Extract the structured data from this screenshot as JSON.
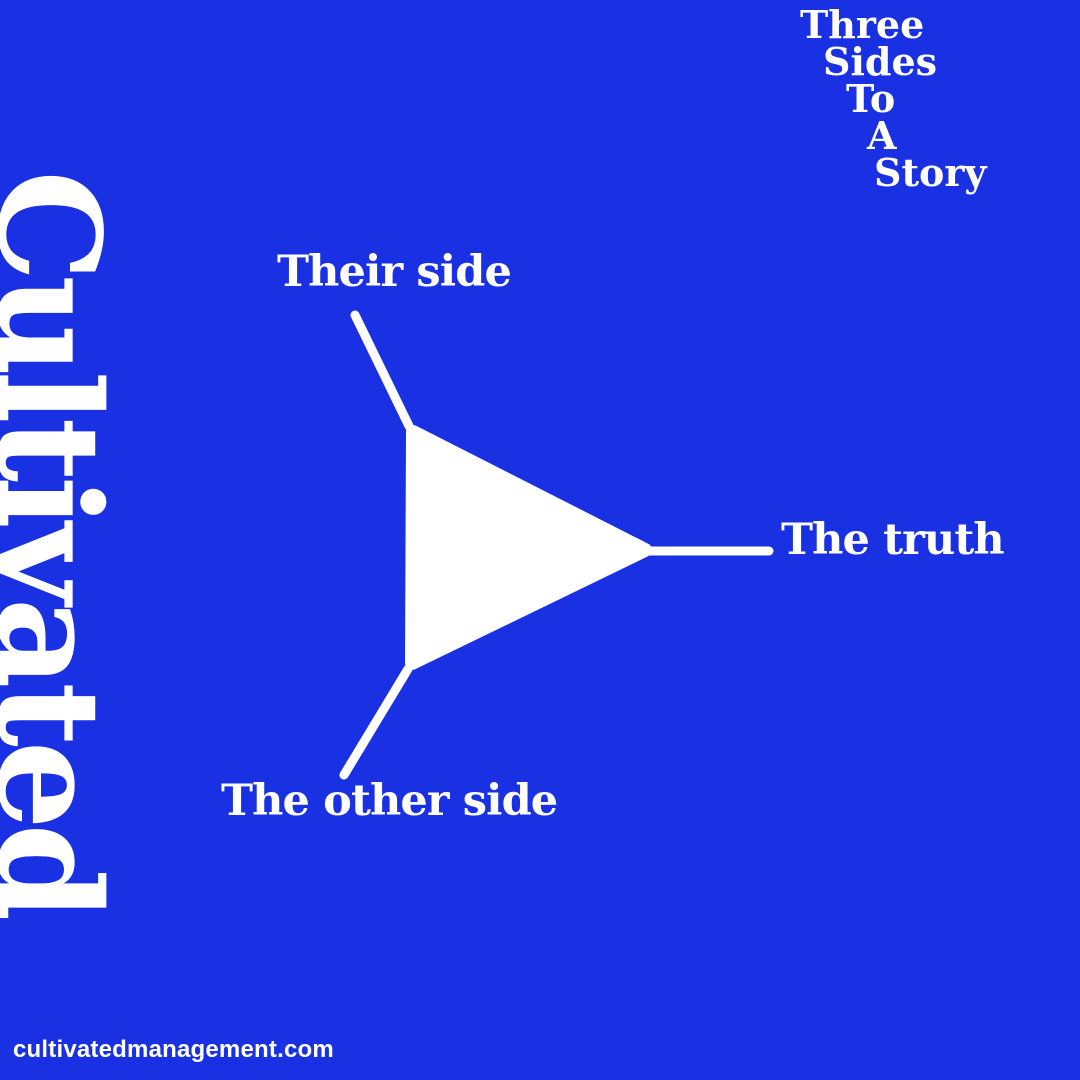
{
  "colors": {
    "background": "#1a31e3",
    "foreground": "#ffffff"
  },
  "brand": {
    "vertical_name": "Cultivated",
    "website": "cultivatedmanagement.com"
  },
  "title": {
    "full_text": "Three Sides To A Story",
    "lines": [
      "Three",
      "Sides",
      "To",
      "A",
      "Story"
    ]
  },
  "diagram": {
    "shape": "triangle",
    "labels": {
      "their_side": "Their side",
      "the_truth": "The truth",
      "the_other_side": "The other side"
    }
  }
}
